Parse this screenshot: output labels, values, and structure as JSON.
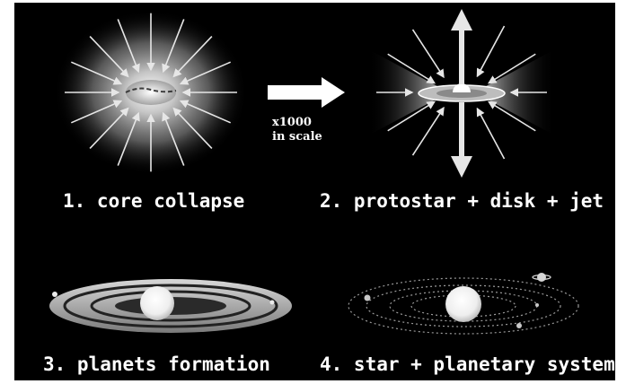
{
  "stages": [
    {
      "label": "1. core collapse"
    },
    {
      "label": "2. protostar + disk + jet"
    },
    {
      "label": "3. planets formation"
    },
    {
      "label": "4. star + planetary system"
    }
  ],
  "scale_note": {
    "line1": "x1000",
    "line2": "in scale"
  },
  "colors": {
    "background": "#000000",
    "text": "#ffffff",
    "arrow": "#e6e6e6"
  }
}
